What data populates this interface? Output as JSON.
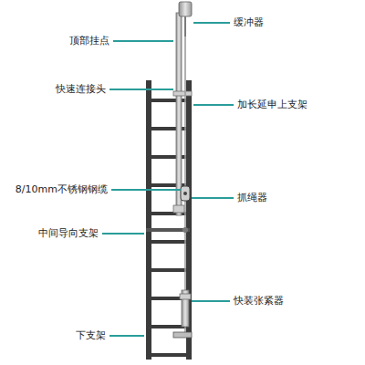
{
  "diagram": {
    "labels": [
      "顶部挂点",
      "快速连接头",
      "8/10mm不锈钢钢缆",
      "中间导向支架",
      "下支架",
      "缓冲器",
      "加长延申上支架",
      "抓绳器",
      "快装张紧器"
    ]
  }
}
